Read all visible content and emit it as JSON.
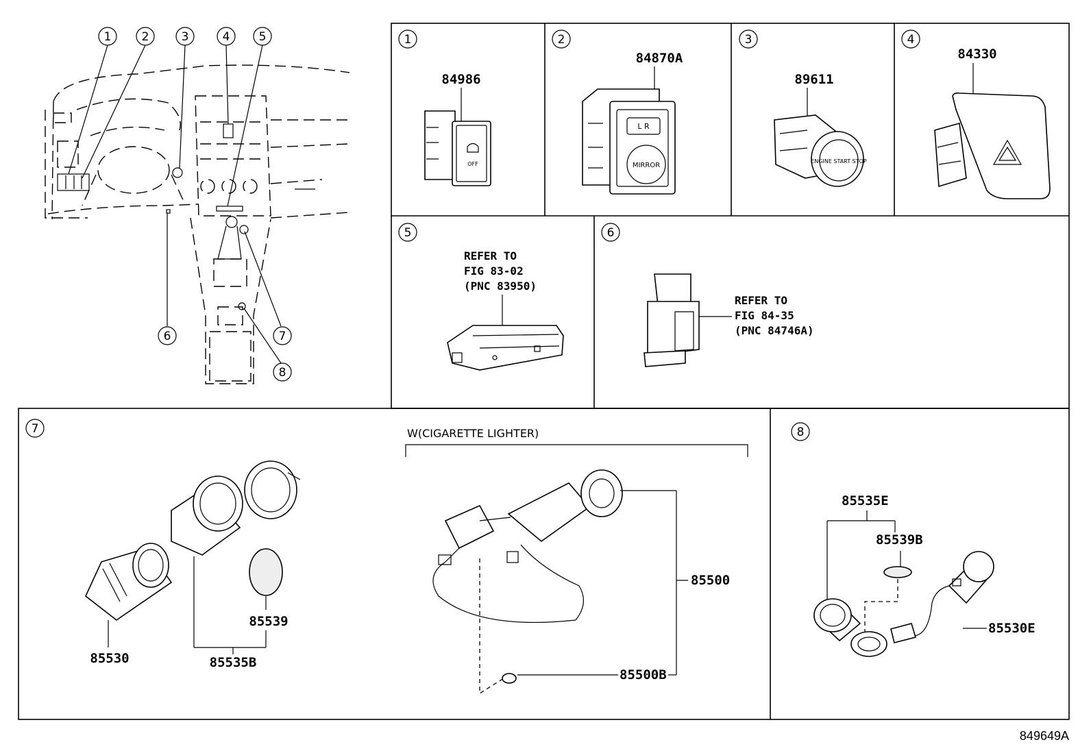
{
  "overview_callouts": [
    "1",
    "2",
    "3",
    "4",
    "5",
    "6",
    "7",
    "8"
  ],
  "panels": {
    "p1": {
      "number": "1",
      "part_no": "84986",
      "switch_text": "OFF"
    },
    "p2": {
      "number": "2",
      "part_no": "84870A",
      "switch_text_lr": "L  R",
      "switch_text_mirror": "MIRROR"
    },
    "p3": {
      "number": "3",
      "part_no": "89611",
      "switch_text": "ENGINE START STOP"
    },
    "p4": {
      "number": "4",
      "part_no": "84330"
    },
    "p5": {
      "number": "5",
      "ref_lines": [
        "REFER TO",
        "FIG 83-02",
        "(PNC 83950)"
      ]
    },
    "p6": {
      "number": "6",
      "ref_lines": [
        "REFER TO",
        "FIG 84-35",
        "(PNC 84746A)"
      ]
    },
    "p7": {
      "number": "7",
      "parts": [
        "85530",
        "85535B",
        "85539"
      ],
      "subheading": "W(CIGARETTE LIGHTER)",
      "lighter_parts": [
        "85500",
        "85500B"
      ]
    },
    "p8": {
      "number": "8",
      "parts": [
        "85535E",
        "85539B",
        "85530E"
      ]
    }
  },
  "drawing_code": "849649A"
}
